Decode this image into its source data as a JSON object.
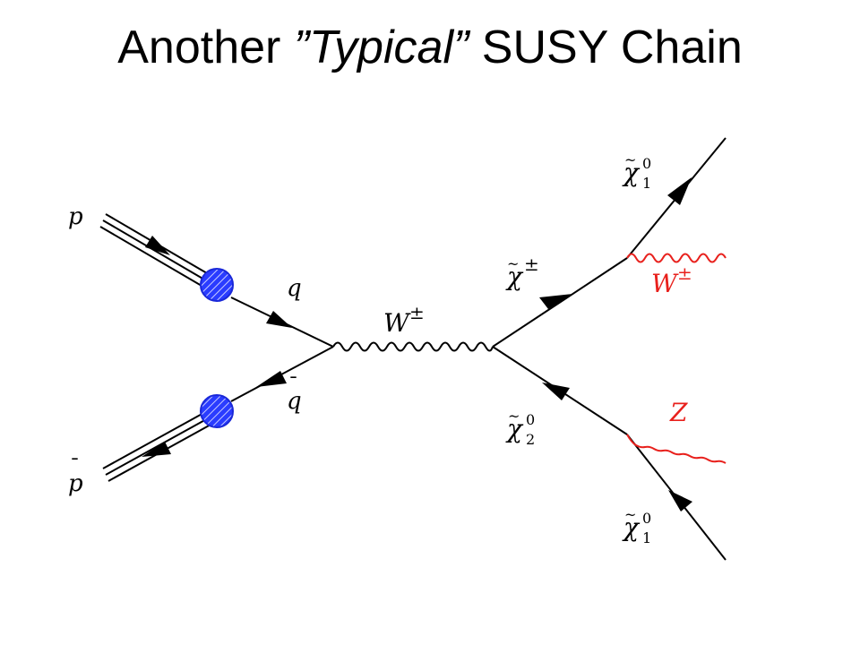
{
  "title": {
    "prefix": "Another ",
    "emphasis": "”Typical”",
    "suffix": " SUSY Chain"
  },
  "diagram": {
    "labels": {
      "proton": "p",
      "antiproton_base": "p",
      "antiproton_bar": "¯",
      "quark": "q",
      "antiquark_base": "q",
      "antiquark_bar": "¯",
      "w_boson_base": "W",
      "w_boson_sup": "±",
      "chargino_base": "χ",
      "chargino_sup": "±",
      "neutralino1_top_base": "χ",
      "neutralino1_top_sub": "1",
      "neutralino1_top_sup": "0",
      "w_emitted_base": "W",
      "w_emitted_sup": "±",
      "neutralino2_base": "χ",
      "neutralino2_sub": "2",
      "neutralino2_sup": "0",
      "z_emitted": "Z",
      "neutralino1_bottom_base": "χ",
      "neutralino1_bottom_sub": "1",
      "neutralino1_bottom_sup": "0"
    },
    "colors": {
      "line": "#000000",
      "blob_fill": "#2a3cff",
      "blob_hatch": "#c8ccff",
      "gauge_emitted": "#e8201c"
    }
  }
}
